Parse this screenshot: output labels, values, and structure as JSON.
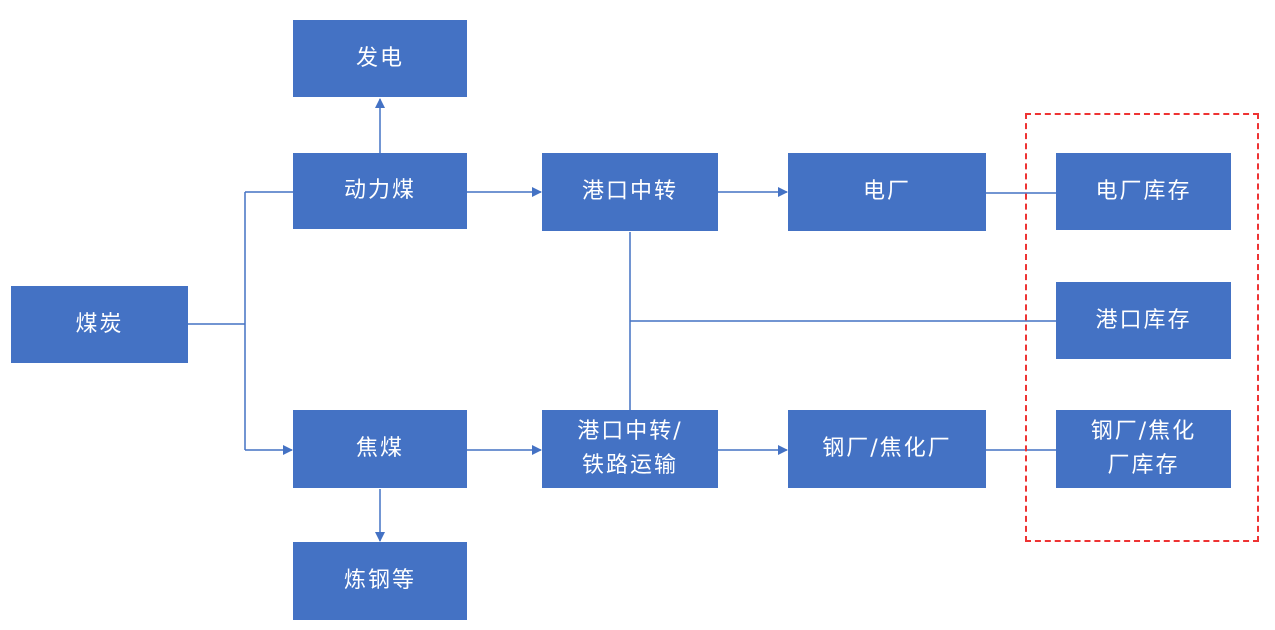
{
  "nodes": {
    "coal": "煤炭",
    "power_gen": "发电",
    "thermal_coal": "动力煤",
    "coking_coal": "焦煤",
    "steelmaking": "炼钢等",
    "port_transfer": "港口中转",
    "port_rail": "港口中转/\n铁路运输",
    "power_plant": "电厂",
    "steel_coking_plant": "钢厂/焦化厂",
    "power_plant_stock": "电厂库存",
    "port_stock": "港口库存",
    "steel_coking_stock": "钢厂/焦化\n厂库存"
  },
  "colors": {
    "node_fill": "#4472c4",
    "node_text": "#ffffff",
    "connector": "#4472c4",
    "highlight_dash": "#ee3333"
  }
}
